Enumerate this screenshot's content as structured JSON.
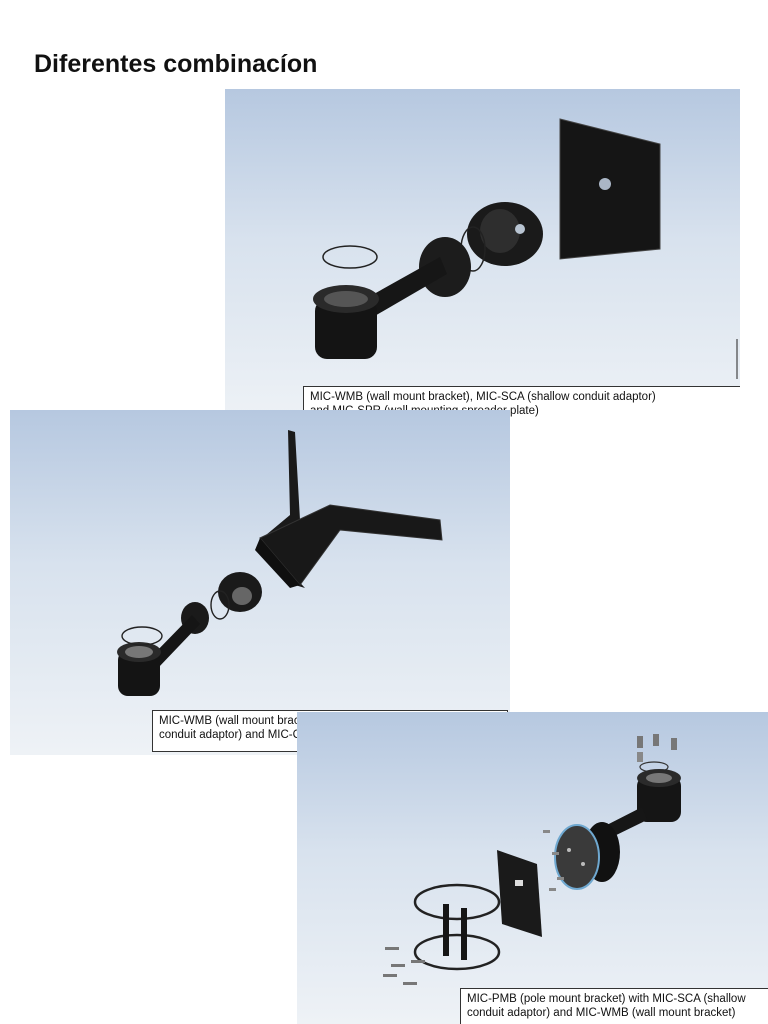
{
  "page": {
    "title": "Diferentes combinacíon"
  },
  "figures": [
    {
      "caption_lines": [
        "MIC-WMB (wall mount bracket), MIC-SCA (shallow conduit adaptor)",
        "and MIC-SPR (wall mounting spreader plate)"
      ]
    },
    {
      "caption_lines": [
        "MIC-WMB (wall mount bracket), MIC-SCA (shallow",
        "conduit adaptor) and MIC-CMB (corner mount bracket)"
      ]
    },
    {
      "caption_lines": [
        "MIC-PMB (pole mount bracket) with MIC-SCA (shallow",
        "conduit adaptor) and MIC-WMB (wall mount bracket)"
      ]
    }
  ]
}
